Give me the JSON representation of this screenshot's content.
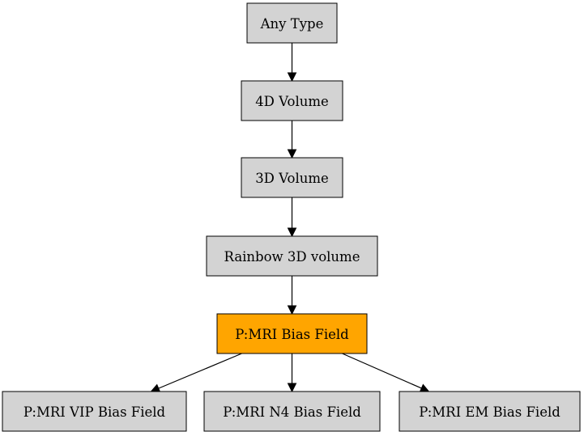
{
  "colors": {
    "node_fill": "#d3d3d3",
    "highlight_fill": "#ffa500",
    "border": "#000000",
    "edge": "#000000",
    "background": "#ffffff"
  },
  "nodes": [
    {
      "id": "any-type",
      "label": "Any Type",
      "highlight": false
    },
    {
      "id": "4d-volume",
      "label": "4D Volume",
      "highlight": false
    },
    {
      "id": "3d-volume",
      "label": "3D Volume",
      "highlight": false
    },
    {
      "id": "rainbow-3d-volume",
      "label": "Rainbow 3D volume",
      "highlight": false
    },
    {
      "id": "p-mri-bias-field",
      "label": "P:MRI Bias Field",
      "highlight": true
    },
    {
      "id": "p-mri-vip-bias-field",
      "label": "P:MRI VIP Bias Field",
      "highlight": false
    },
    {
      "id": "p-mri-n4-bias-field",
      "label": "P:MRI N4 Bias Field",
      "highlight": false
    },
    {
      "id": "p-mri-em-bias-field",
      "label": "P:MRI EM Bias Field",
      "highlight": false
    }
  ],
  "edges": [
    {
      "from": "any-type",
      "to": "4d-volume"
    },
    {
      "from": "4d-volume",
      "to": "3d-volume"
    },
    {
      "from": "3d-volume",
      "to": "rainbow-3d-volume"
    },
    {
      "from": "rainbow-3d-volume",
      "to": "p-mri-bias-field"
    },
    {
      "from": "p-mri-bias-field",
      "to": "p-mri-vip-bias-field"
    },
    {
      "from": "p-mri-bias-field",
      "to": "p-mri-n4-bias-field"
    },
    {
      "from": "p-mri-bias-field",
      "to": "p-mri-em-bias-field"
    }
  ]
}
